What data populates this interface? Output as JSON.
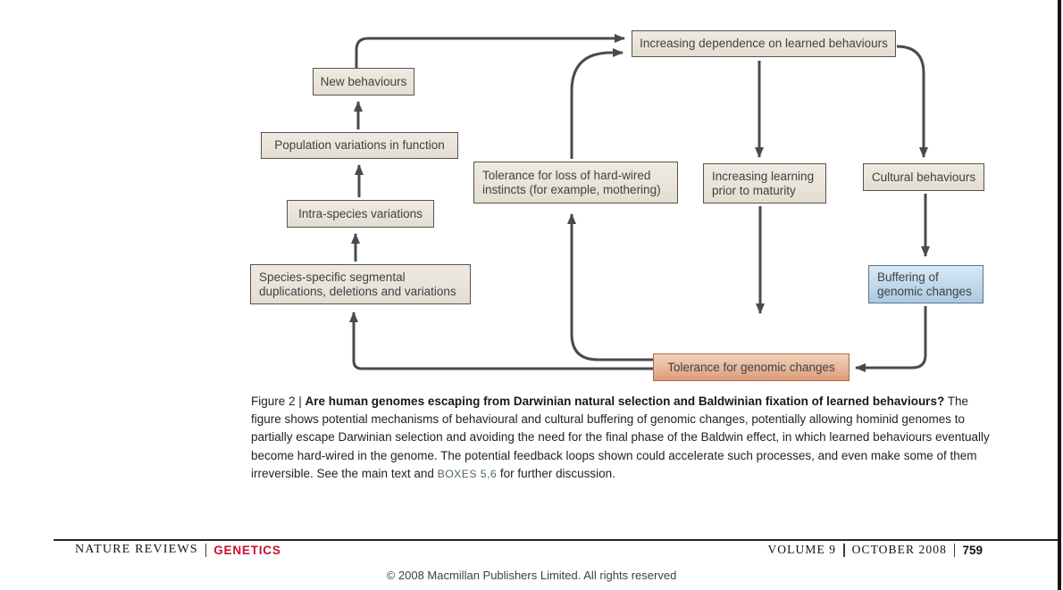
{
  "diagram": {
    "boxes": {
      "new_behaviours": {
        "label": "New behaviours"
      },
      "population_variations": {
        "label": "Population variations in function"
      },
      "intra_species": {
        "label": "Intra-species variations"
      },
      "species_specific": {
        "line1": "Species-specific segmental",
        "line2": "duplications, deletions and variations"
      },
      "tolerance_loss": {
        "line1": "Tolerance for loss of hard-wired",
        "line2": "instincts (for example, mothering)"
      },
      "increasing_dependence": {
        "label": "Increasing dependence on learned behaviours"
      },
      "increasing_learning": {
        "line1": "Increasing learning",
        "line2": "prior to maturity"
      },
      "cultural_behaviours": {
        "label": "Cultural behaviours"
      },
      "buffering": {
        "line1": "Buffering of",
        "line2": "genomic changes"
      },
      "tolerance_genomic": {
        "label": "Tolerance for genomic changes"
      }
    },
    "colors": {
      "box_fill": "#eae4da",
      "box_border": "#56544b",
      "blue_fill": "#c3d9ec",
      "blue_border": "#5f7486",
      "orange_fill": "#e8b796",
      "orange_border": "#ad6b44",
      "arrow": "#474b50"
    }
  },
  "caption": {
    "figure_label": "Figure 2 | ",
    "title": "Are human genomes escaping from Darwinian natural selection and Baldwinian fixation of learned behaviours?",
    "body_1": " The figure shows potential mechanisms of behavioural and cultural buffering of genomic changes, potentially allowing hominid genomes to partially escape Darwinian selection and avoiding the need for the final phase of the Baldwin effect, in which learned behaviours eventually become hard-wired in the genome. The potential feedback loops shown could accelerate such processes, and even make some of them irreversible. See the main text and ",
    "boxes_ref": "BOXES 5,6",
    "body_2": " for further discussion."
  },
  "footer": {
    "journal": "NATURE REVIEWS",
    "section": "GENETICS",
    "volume": "VOLUME 9",
    "date": "OCTOBER 2008",
    "page": "759",
    "copyright": "© 2008 Macmillan Publishers Limited. All rights reserved"
  }
}
